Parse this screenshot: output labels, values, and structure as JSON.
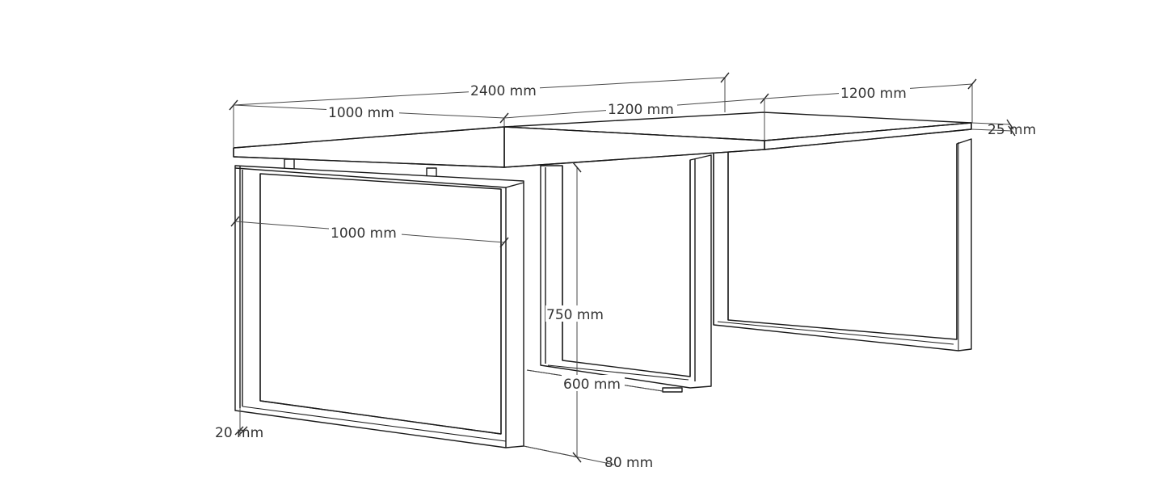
{
  "dimensions": {
    "total_length": "2400 mm",
    "left_top_length": "1000 mm",
    "middle_top_length": "1200 mm",
    "right_top_length": "1200 mm",
    "top_thickness": "25 mm",
    "leg_frame_width": "1000 mm",
    "height": "750 mm",
    "depth": "600 mm",
    "leg_profile_thickness": "20 mm",
    "leg_profile_width": "80 mm"
  }
}
